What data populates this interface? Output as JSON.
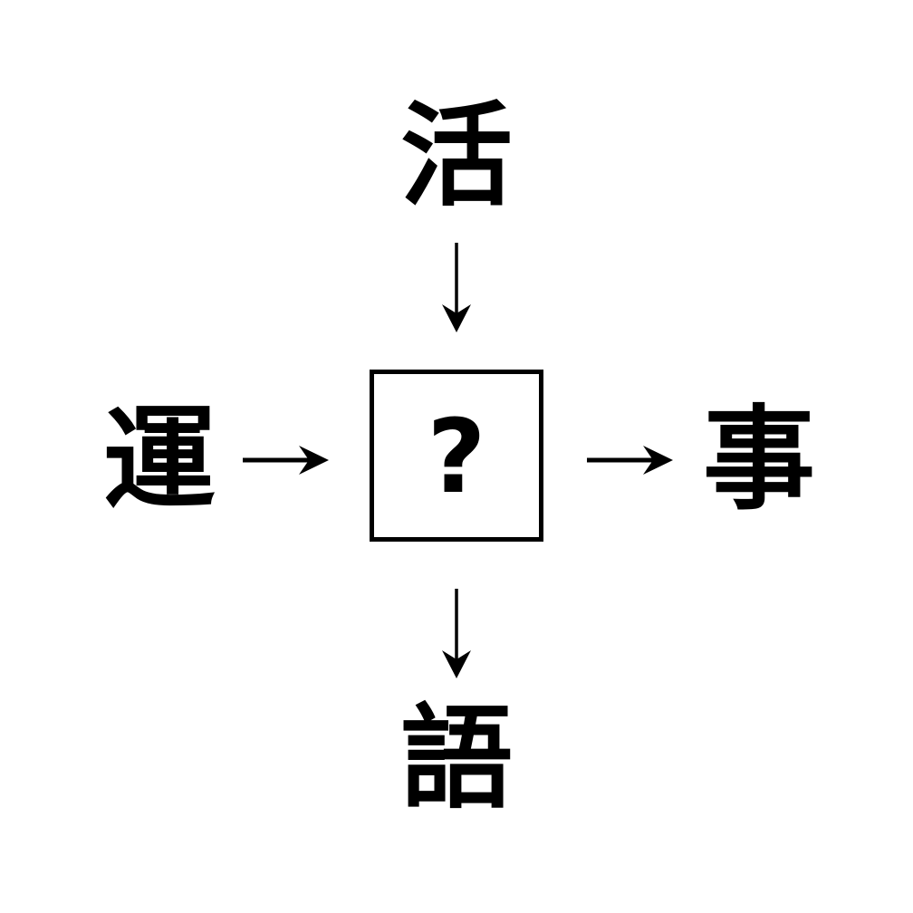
{
  "puzzle": {
    "type": "kanji-association-grid",
    "background_color": "#ffffff",
    "ink_color": "#000000",
    "prompt_character": "?",
    "top": {
      "character": "活",
      "name": "kanji-katsu"
    },
    "left": {
      "character": "運",
      "name": "kanji-un"
    },
    "right": {
      "character": "事",
      "name": "kanji-ji"
    },
    "bottom": {
      "character": "語",
      "name": "kanji-go"
    },
    "center": {
      "character": "?",
      "name": "unknown-answer-box"
    },
    "arrows": {
      "top": "↓",
      "bottom": "↓",
      "left": "→",
      "right": "→"
    }
  }
}
